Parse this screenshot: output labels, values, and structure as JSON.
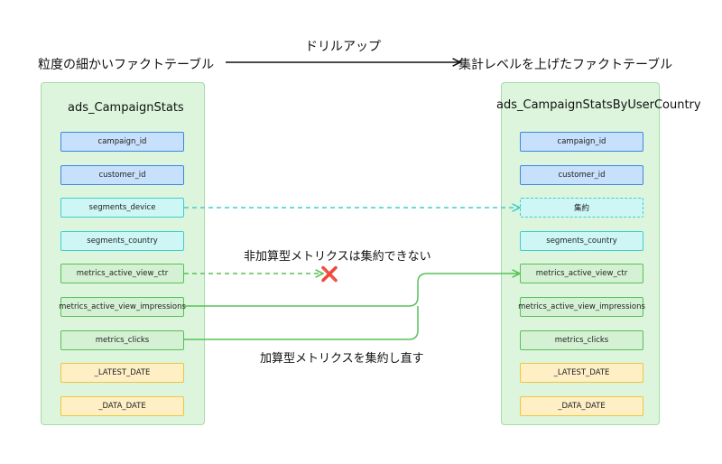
{
  "headings": {
    "left": "粒度の細かいファクトテーブル",
    "arrow_label": "ドリルアップ",
    "right": "集計レベルを上げたファクトテーブル"
  },
  "left_table": {
    "title": "ads_CampaignStats",
    "fields": [
      {
        "label": "campaign_id",
        "kind": "key"
      },
      {
        "label": "customer_id",
        "kind": "key"
      },
      {
        "label": "segments_device",
        "kind": "segment"
      },
      {
        "label": "segments_country",
        "kind": "segment"
      },
      {
        "label": "metrics_active_view_ctr",
        "kind": "metric"
      },
      {
        "label": "metrics_active_view_impressions",
        "kind": "metric"
      },
      {
        "label": "metrics_clicks",
        "kind": "metric"
      },
      {
        "label": "_LATEST_DATE",
        "kind": "date"
      },
      {
        "label": "_DATA_DATE",
        "kind": "date"
      }
    ]
  },
  "right_table": {
    "title": "ads_CampaignStatsByUserCountry",
    "fields": [
      {
        "label": "campaign_id",
        "kind": "key"
      },
      {
        "label": "customer_id",
        "kind": "key"
      },
      {
        "label": "集約",
        "kind": "aggregated"
      },
      {
        "label": "segments_country",
        "kind": "segment"
      },
      {
        "label": "metrics_active_view_ctr",
        "kind": "metric"
      },
      {
        "label": "metrics_active_view_impressions",
        "kind": "metric"
      },
      {
        "label": "metrics_clicks",
        "kind": "metric"
      },
      {
        "label": "_LATEST_DATE",
        "kind": "date"
      },
      {
        "label": "_DATA_DATE",
        "kind": "date"
      }
    ]
  },
  "annotations": {
    "non_additive": "非加算型メトリクスは集約できない",
    "additive": "加算型メトリクスを集約し直す",
    "cross_icon": "❌"
  },
  "colors": {
    "panel_bg": "#dcf5dc",
    "key": "#3d88e2",
    "segment": "#3fcfcd",
    "metric": "#58c158",
    "date": "#f0c53f",
    "cross": "#e0262f"
  }
}
